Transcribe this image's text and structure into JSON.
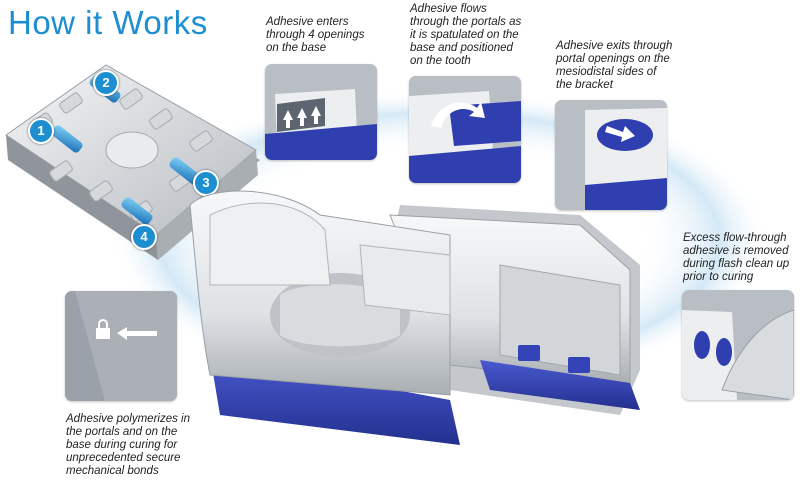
{
  "title": "How it Works",
  "captions": {
    "enters": [
      "Adhesive enters",
      "through 4 openings",
      "on the base"
    ],
    "flows": [
      "Adhesive flows",
      "through the portals as",
      "it is spatulated on the",
      "base and positioned",
      "on the tooth"
    ],
    "exits": [
      "Adhesive exits through",
      "portal openings on the",
      "mesiodistal sides of",
      "the bracket"
    ],
    "excess": [
      "Excess flow-through",
      "adhesive is removed",
      "during flash clean up",
      "prior to curing"
    ],
    "polymerizes": [
      "Adhesive polymerizes in",
      "the portals and on the",
      "base during curing for",
      "unprecedented secure",
      "mechanical bonds"
    ]
  },
  "portal_numbers": [
    "1",
    "2",
    "3",
    "4"
  ],
  "colors": {
    "title": "#1d8ed0",
    "accent_blue": "#2f3fb0",
    "badge": "#1d8ed0",
    "bracket_silver": "#e4e6e8"
  },
  "icons": {
    "lock": "lock-icon",
    "arrow": "arrow-icon"
  }
}
